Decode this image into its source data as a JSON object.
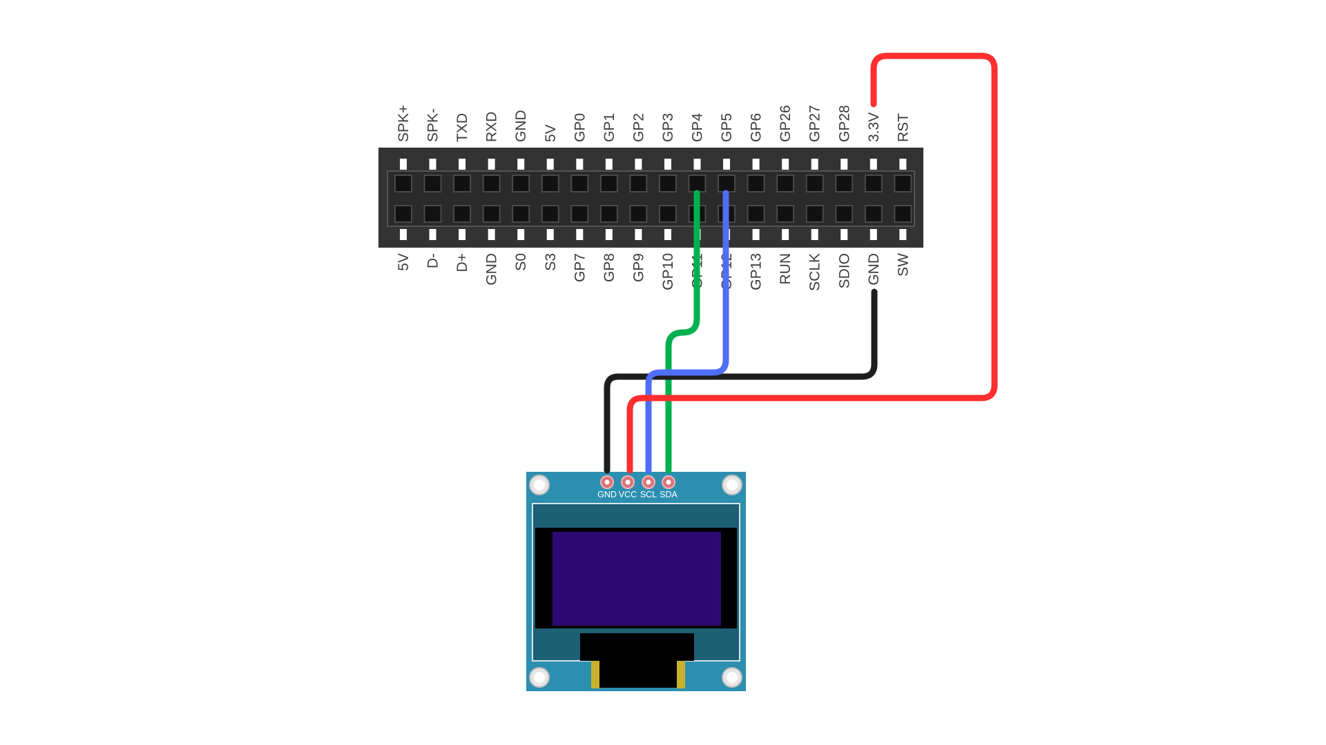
{
  "header": {
    "top_row": [
      "SPK+",
      "SPK-",
      "TXD",
      "RXD",
      "GND",
      "5V",
      "GP0",
      "GP1",
      "GP2",
      "GP3",
      "GP4",
      "GP5",
      "GP6",
      "GP26",
      "GP27",
      "GP28",
      "3.3V",
      "RST"
    ],
    "bottom_row": [
      "5V",
      "D-",
      "D+",
      "GND",
      "S0",
      "S3",
      "GP7",
      "GP8",
      "GP9",
      "GP10",
      "GP11",
      "GP12",
      "GP13",
      "RUN",
      "SCLK",
      "SDIO",
      "GND",
      "SW"
    ]
  },
  "oled": {
    "pins": [
      "GND",
      "VCC",
      "SCL",
      "SDA"
    ]
  },
  "colors": {
    "wire_sda": "#00b050",
    "wire_scl": "#4f6ef7",
    "wire_gnd": "#1e1e1e",
    "wire_vcc": "#ff2f2f",
    "pcb": "#2c8fb0",
    "screen": "#2e0872",
    "header_body": "#333333"
  },
  "connections": [
    {
      "from": "GP4",
      "to": "SDA",
      "wire": "green"
    },
    {
      "from": "GP5",
      "to": "SCL",
      "wire": "blue"
    },
    {
      "from": "GND",
      "to": "GND",
      "wire": "black"
    },
    {
      "from": "3.3V",
      "to": "VCC",
      "wire": "red"
    }
  ]
}
